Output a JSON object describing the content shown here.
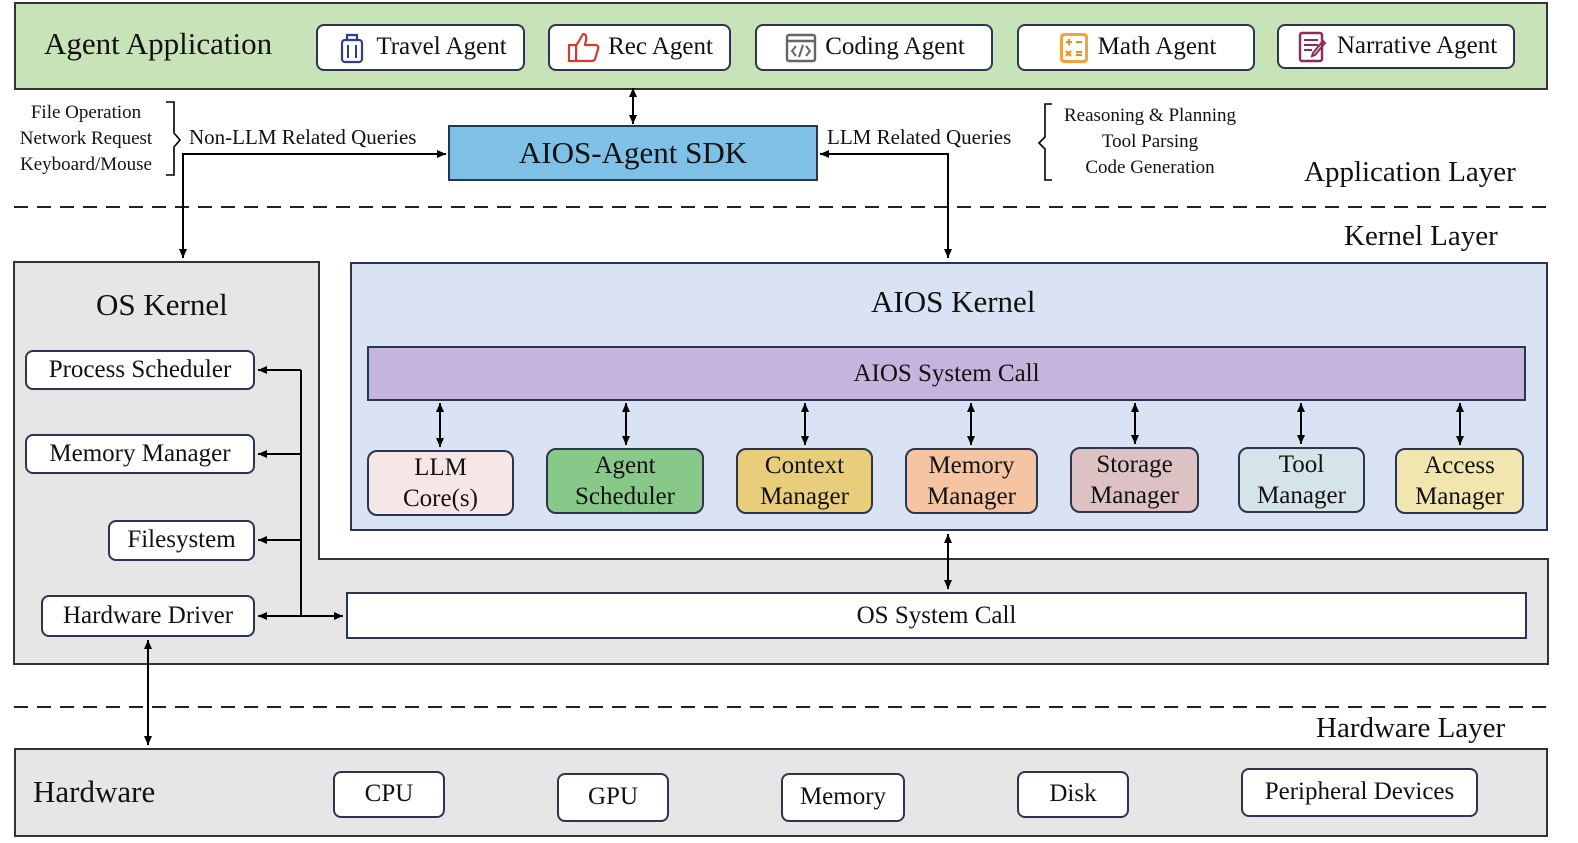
{
  "app_layer": {
    "title": "Agent Application",
    "agents": [
      {
        "label": "Travel Agent",
        "icon": "luggage-icon"
      },
      {
        "label": "Rec Agent",
        "icon": "thumbs-up-icon"
      },
      {
        "label": "Coding Agent",
        "icon": "code-window-icon"
      },
      {
        "label": "Math Agent",
        "icon": "calculator-icon"
      },
      {
        "label": "Narrative Agent",
        "icon": "document-edit-icon"
      }
    ],
    "sdk": "AIOS-Agent SDK",
    "non_llm_label": "Non-LLM Related Queries",
    "non_llm_items": [
      "File Operation",
      "Network Request",
      "Keyboard/Mouse"
    ],
    "llm_label": "LLM Related Queries",
    "llm_items": [
      "Reasoning & Planning",
      "Tool Parsing",
      "Code Generation"
    ],
    "layer_label": "Application Layer"
  },
  "kernel_layer": {
    "layer_label": "Kernel Layer",
    "os_kernel": {
      "title": "OS Kernel",
      "modules": [
        "Process Scheduler",
        "Memory Manager",
        "Filesystem",
        "Hardware Driver"
      ]
    },
    "aios_kernel": {
      "title": "AIOS Kernel",
      "syscall": "AIOS System Call",
      "managers": [
        {
          "line1": "LLM",
          "line2": "Core(s)",
          "color": "#f6e6e6"
        },
        {
          "line1": "Agent",
          "line2": "Scheduler",
          "color": "#88c98a"
        },
        {
          "line1": "Context",
          "line2": "Manager",
          "color": "#e8cd7a"
        },
        {
          "line1": "Memory",
          "line2": "Manager",
          "color": "#f5c4a2"
        },
        {
          "line1": "Storage",
          "line2": "Manager",
          "color": "#dcc2c2"
        },
        {
          "line1": "Tool",
          "line2": "Manager",
          "color": "#d4e4e8"
        },
        {
          "line1": "Access",
          "line2": "Manager",
          "color": "#f0e6ae"
        }
      ]
    },
    "os_syscall": "OS System Call"
  },
  "hardware_layer": {
    "layer_label": "Hardware Layer",
    "title": "Hardware",
    "devices": [
      "CPU",
      "GPU",
      "Memory",
      "Disk",
      "Peripheral Devices"
    ]
  },
  "colors": {
    "app_bg": "#c9e3b9",
    "sdk_bg": "#7fc1e6",
    "kernel_bg": "#e6e6e6",
    "aios_bg": "#dae3f3",
    "syscall_bg": "#c5b4db"
  }
}
